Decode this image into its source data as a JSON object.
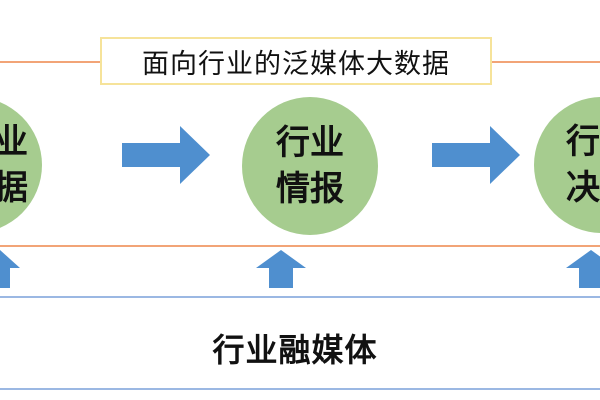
{
  "top_band": {
    "title": "面向行业的泛媒体大数据"
  },
  "flow": {
    "nodes": [
      {
        "line1": "业",
        "line2": "据"
      },
      {
        "line1": "行业",
        "line2": "情报"
      },
      {
        "line1": "行",
        "line2": "决"
      }
    ]
  },
  "bottom_band": {
    "label": "行业融媒体"
  },
  "colors": {
    "orange_line": "#f2a477",
    "blue_line": "#9bb8e3",
    "arrow": "#4f8fcf",
    "circle": "#a6cc8f",
    "title_border": "#f6e39a"
  }
}
